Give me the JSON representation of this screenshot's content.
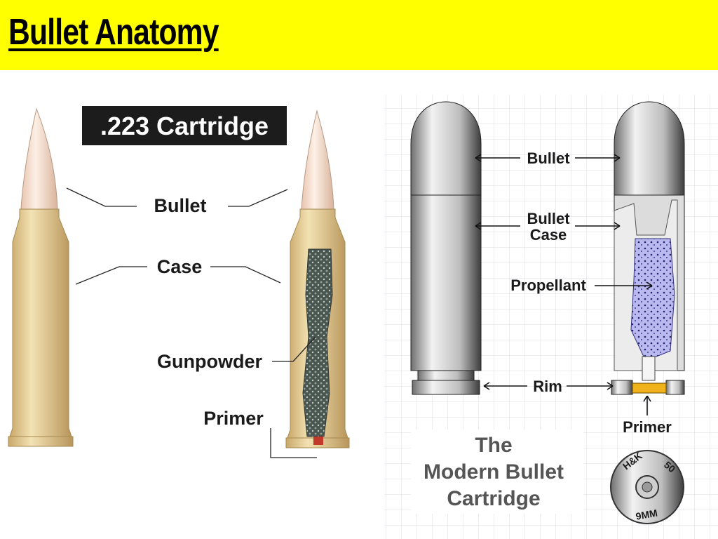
{
  "header": {
    "title": "Bullet Anatomy",
    "background": "#ffff00"
  },
  "left_panel": {
    "title": ".223 Cartridge",
    "labels": {
      "bullet": "Bullet",
      "case": "Case",
      "gunpowder": "Gunpowder",
      "primer": "Primer"
    }
  },
  "right_panel": {
    "labels": {
      "bullet": "Bullet",
      "bullet_case_line1": "Bullet",
      "bullet_case_line2": "Case",
      "propellant": "Propellant",
      "rim": "Rim",
      "primer": "Primer"
    },
    "caption": {
      "line1": "The",
      "line2": "Modern Bullet",
      "line3": "Cartridge"
    },
    "headstamp": {
      "maker": "H&K",
      "number": "50",
      "caliber": "9MM"
    }
  }
}
